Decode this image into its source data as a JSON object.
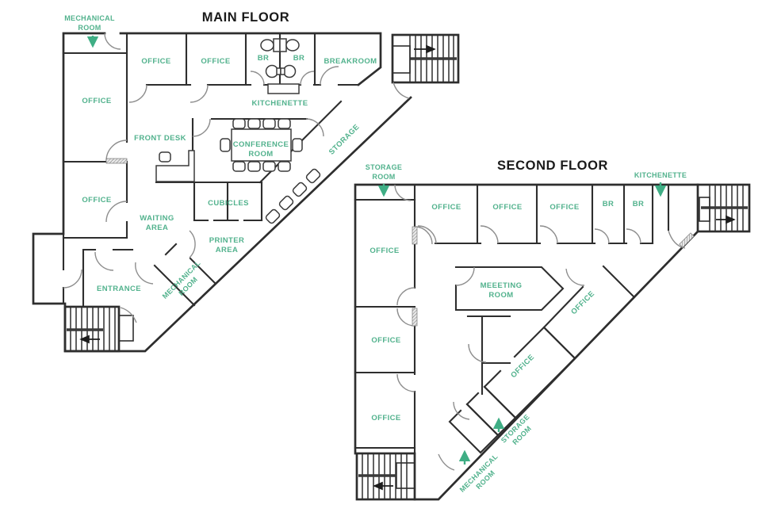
{
  "document": {
    "type": "office-floor-plan"
  },
  "colors": {
    "label_green": "#52b28d",
    "arrow_green": "#3fae85",
    "wall": "#2e2e2e",
    "door_arc": "#8e8e8e",
    "title": "#1a1a1a",
    "background": "#ffffff"
  },
  "main_floor": {
    "title": "MAIN FLOOR",
    "labels": {
      "mech_room": [
        "MECHANICAL",
        "ROOM"
      ],
      "office_top_1": "OFFICE",
      "office_top_2": "OFFICE",
      "br_1": "BR",
      "br_2": "BR",
      "breakroom": "BREAKROOM",
      "kitchenette": "KITCHENETTE",
      "office_left_1": "OFFICE",
      "office_left_2": "OFFICE",
      "front_desk": "FRONT DESK",
      "conference_room": [
        "CONFERENCE",
        "ROOM"
      ],
      "storage": "STORAGE",
      "cubicles": "CUBICLES",
      "waiting_area": [
        "WAITING",
        "AREA"
      ],
      "printer_area": [
        "PRINTER",
        "AREA"
      ],
      "mech_room_diag": [
        "MECHANICAL",
        "ROOM"
      ],
      "entrance": "ENTRANCE"
    }
  },
  "second_floor": {
    "title": "SECOND FLOOR",
    "labels": {
      "storage_room_top": [
        "STORAGE",
        "ROOM"
      ],
      "kitchenette": "KITCHENETTE",
      "office_top_1": "OFFICE",
      "office_top_2": "OFFICE",
      "office_top_3": "OFFICE",
      "br_1": "BR",
      "br_2": "BR",
      "office_left_1": "OFFICE",
      "office_left_2": "OFFICE",
      "office_left_3": "OFFICE",
      "meeting_room": [
        "MEEETING",
        "ROOM"
      ],
      "office_diag_1": "OFFICE",
      "office_diag_2": "OFFICE",
      "storage_room_diag": [
        "STORAGE",
        "ROOM"
      ],
      "mech_room_diag": [
        "MECHANICAL",
        "ROOM"
      ]
    }
  }
}
